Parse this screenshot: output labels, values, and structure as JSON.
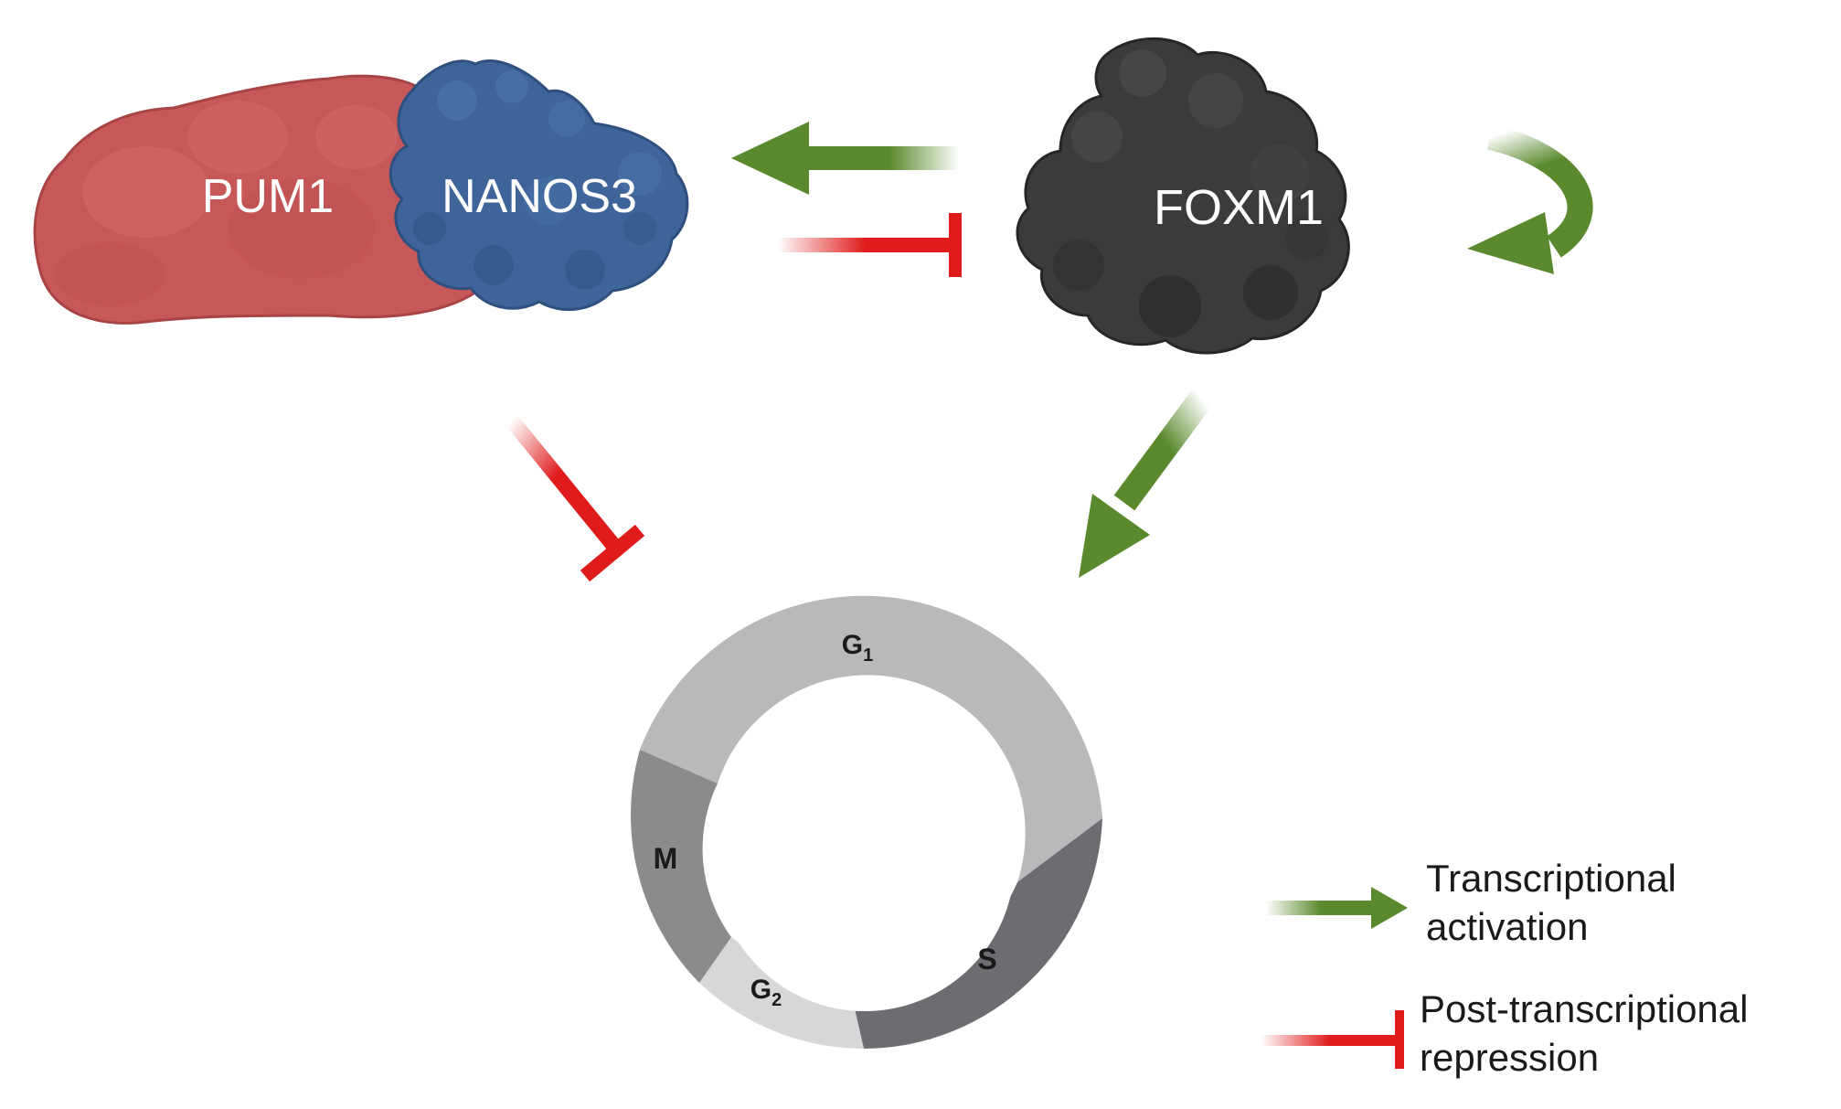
{
  "proteins": {
    "pum1": "PUM1",
    "nanos3": "NANOS3",
    "foxm1": "FOXM1"
  },
  "cell_cycle": {
    "g1": "G",
    "g1_sub": "1",
    "s": "S",
    "g2": "G",
    "g2_sub": "2",
    "m": "M"
  },
  "legend": {
    "activation_line1": "Transcriptional",
    "activation_line2": "activation",
    "repression_line1": "Post-transcriptional",
    "repression_line2": "repression"
  },
  "colors": {
    "activation": "#5b8a2e",
    "repression": "#e01b1b",
    "pum1": "#c7585a",
    "nanos3": "#3f6499",
    "foxm1": "#3b3b3b",
    "g1_phase": "#b8b9bb",
    "s_phase": "#6c6d70",
    "g2_phase": "#d6d7d9",
    "m_phase": "#8a8b8d"
  }
}
